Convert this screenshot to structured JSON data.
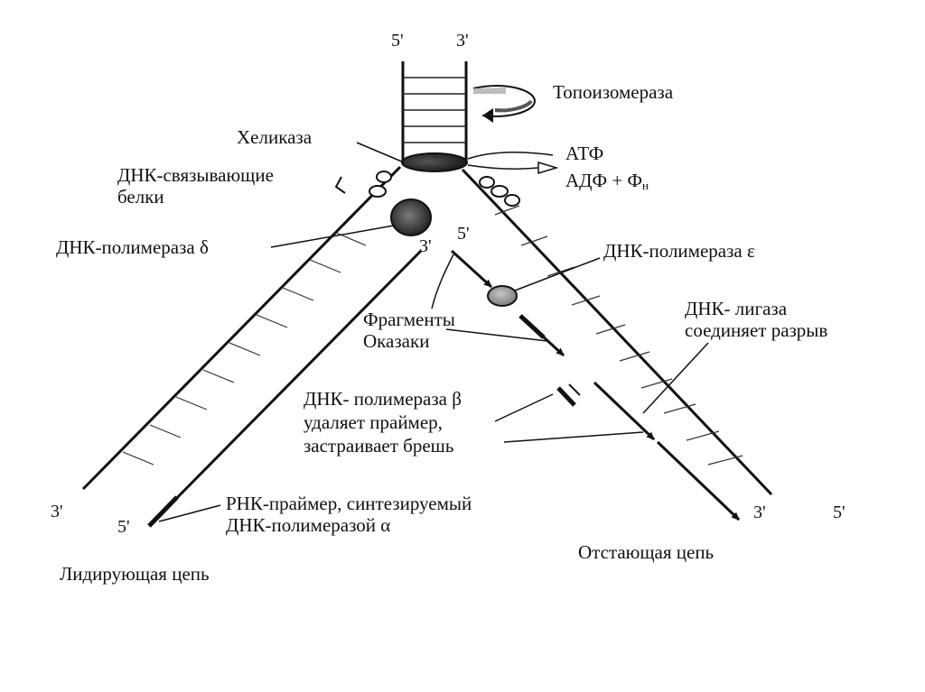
{
  "ends": {
    "top_left": "5'",
    "top_right": "3'",
    "bottom_left_outer": "3'",
    "bottom_left_inner": "5'",
    "bottom_right_inner": "3'",
    "bottom_right_outer": "5'",
    "leading_new_3prime": "3'",
    "lagging_template_5prime": "5'"
  },
  "labels": {
    "topoisomerase": "Топоизомераза",
    "helicase": "Хеликаза",
    "atp": "АТФ",
    "adp_main": "АДФ + Ф",
    "adp_sub": "н",
    "ssb_line1": "ДНК-связывающие",
    "ssb_line2": "белки",
    "pol_delta": "ДНК-полимераза δ",
    "pol_epsilon": "ДНК-полимераза ε",
    "okazaki_line1": "Фрагменты",
    "okazaki_line2": "Оказаки",
    "ligase_line1": "ДНК- лигаза",
    "ligase_line2": "соединяет разрыв",
    "pol_beta_line1": "ДНК- полимераза β",
    "pol_beta_line2": "удаляет праймер,",
    "pol_beta_line3": "застраивает брешь",
    "primer_line1": "РНК-праймер, синтезируемый",
    "primer_line2": "ДНК-полимеразой α",
    "leading_strand": "Лидирующая цепь",
    "lagging_strand": "Отстающая цепь"
  }
}
